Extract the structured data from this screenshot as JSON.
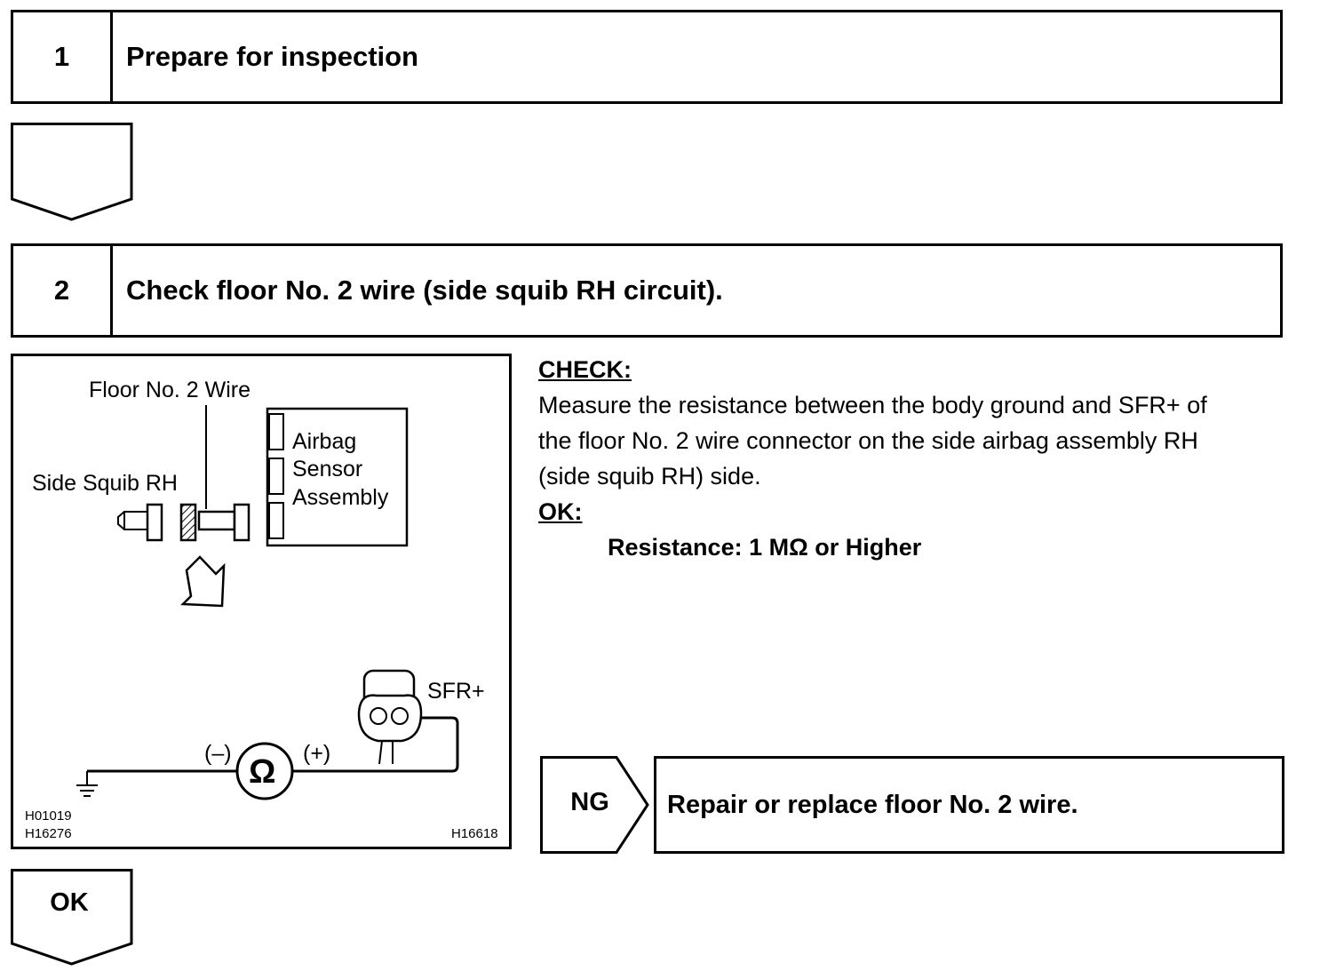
{
  "steps": [
    {
      "number": "1",
      "title": "Prepare for inspection"
    },
    {
      "number": "2",
      "title": "Check floor No. 2 wire (side squib RH circuit)."
    }
  ],
  "figure": {
    "labels": {
      "floor_wire": "Floor No. 2 Wire",
      "side_squib": "Side Squib RH",
      "sensor_line1": "Airbag",
      "sensor_line2": "Sensor",
      "sensor_line3": "Assembly",
      "terminal": "SFR+",
      "minus": "(–)",
      "plus": "(+)",
      "ohm_symbol": "Ω"
    },
    "codes": {
      "code_a": "H01019",
      "code_b": "H16276",
      "code_c": "H16618"
    }
  },
  "check": {
    "heading": "CHECK:",
    "line1": "Measure the resistance between the body ground and SFR+ of",
    "line2": "the floor No. 2 wire connector on the side airbag assembly RH",
    "line3": "(side squib RH) side.",
    "ok_heading": "OK:",
    "spec": "Resistance: 1 MΩ or Higher"
  },
  "results": {
    "ng_label": "NG",
    "ng_action": "Repair or replace floor No. 2 wire.",
    "ok_label": "OK"
  }
}
